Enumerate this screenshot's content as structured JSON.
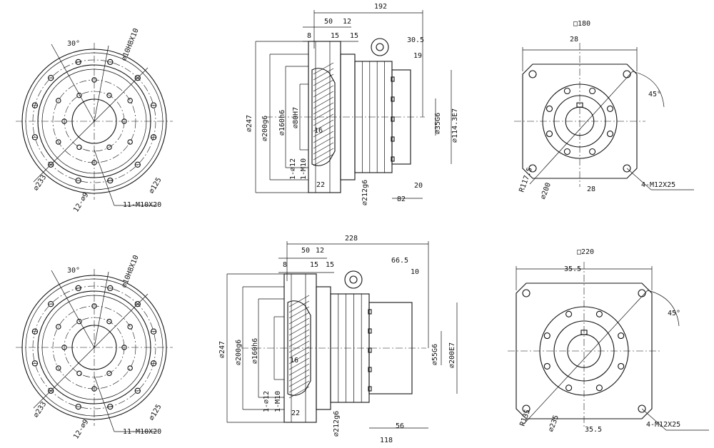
{
  "labels": {
    "r1": {
      "angle": "30°",
      "bolt_circle_a": "⌀10H8X10",
      "outer_dia": "⌀233",
      "holes": "12-⌀9",
      "tapped": "11-M10X20",
      "inner_dia": "⌀125",
      "len_total": "192",
      "d50": "50",
      "d12": "12",
      "d8": "8",
      "d15a": "15",
      "d15b": "15",
      "d30_5": "30.5",
      "d19": "19",
      "d247": "⌀247",
      "d200g6": "⌀200g6",
      "d160h6": "⌀160h6",
      "d80h7": "⌀80H7",
      "d16": "16",
      "d1_12": "1-⌀12",
      "d1_m10": "1-M10",
      "d22": "22",
      "d212g6": "⌀212g6",
      "d82": "82",
      "d20": "20",
      "d35g6": "⌀35G6",
      "d114": "⌀114.3E7",
      "sq180": "□180",
      "d28a": "28",
      "d45": "45°",
      "r117": "R117.5",
      "d200": "⌀200",
      "d28b": "28",
      "m12": "4-M12X25"
    },
    "r2": {
      "angle": "30°",
      "bolt_circle_a": "⌀10H8X10",
      "outer_dia": "⌀233",
      "holes": "12-⌀9",
      "tapped": "11-M10X20",
      "inner_dia": "⌀125",
      "len_total": "228",
      "d50": "50",
      "d12": "12",
      "d8": "8",
      "d15a": "15",
      "d15b": "15",
      "d66_5": "66.5",
      "d10": "10",
      "d247": "⌀247",
      "d200g6": "⌀200g6",
      "d160h6": "⌀160h6",
      "d16": "16",
      "d1_12": "1-⌀12",
      "d1_m10": "1-M10",
      "d22": "22",
      "d212g6": "⌀212g6",
      "d118": "118",
      "d56": "56",
      "d55g6": "⌀55G6",
      "d200e7": "⌀200E7",
      "sq220": "□220",
      "d35_5a": "35.5",
      "d45": "45°",
      "r135": "R135",
      "d235": "⌀235",
      "d35_5b": "35.5",
      "m12": "4-M12X25"
    }
  },
  "colors": {
    "line": "#111111",
    "background": "#ffffff"
  }
}
